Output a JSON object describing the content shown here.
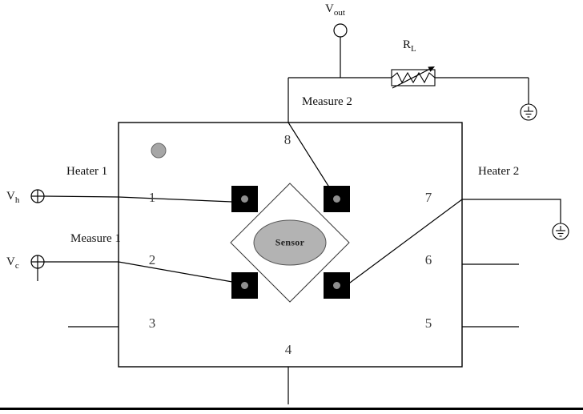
{
  "diagram": {
    "pins": [
      "1",
      "2",
      "3",
      "4",
      "5",
      "6",
      "7",
      "8"
    ],
    "labels": {
      "heater1": "Heater 1",
      "heater2": "Heater 2",
      "measure1": "Measure 1",
      "measure2": "Measure 2",
      "sensor": "Sensor",
      "vout": {
        "base": "V",
        "sub": "out"
      },
      "rl": {
        "base": "R",
        "sub": "L"
      },
      "vh": {
        "base": "V",
        "sub": "h"
      },
      "vc": {
        "base": "V",
        "sub": "c"
      }
    },
    "colors": {
      "sensor_fill": "#b3b3b3",
      "pad_fill": "#000000",
      "dot_fill": "#a6a6a6",
      "pad_dot_fill": "#8f8f8f",
      "wire": "#000000",
      "pin_text": "#3d3d3d"
    }
  }
}
